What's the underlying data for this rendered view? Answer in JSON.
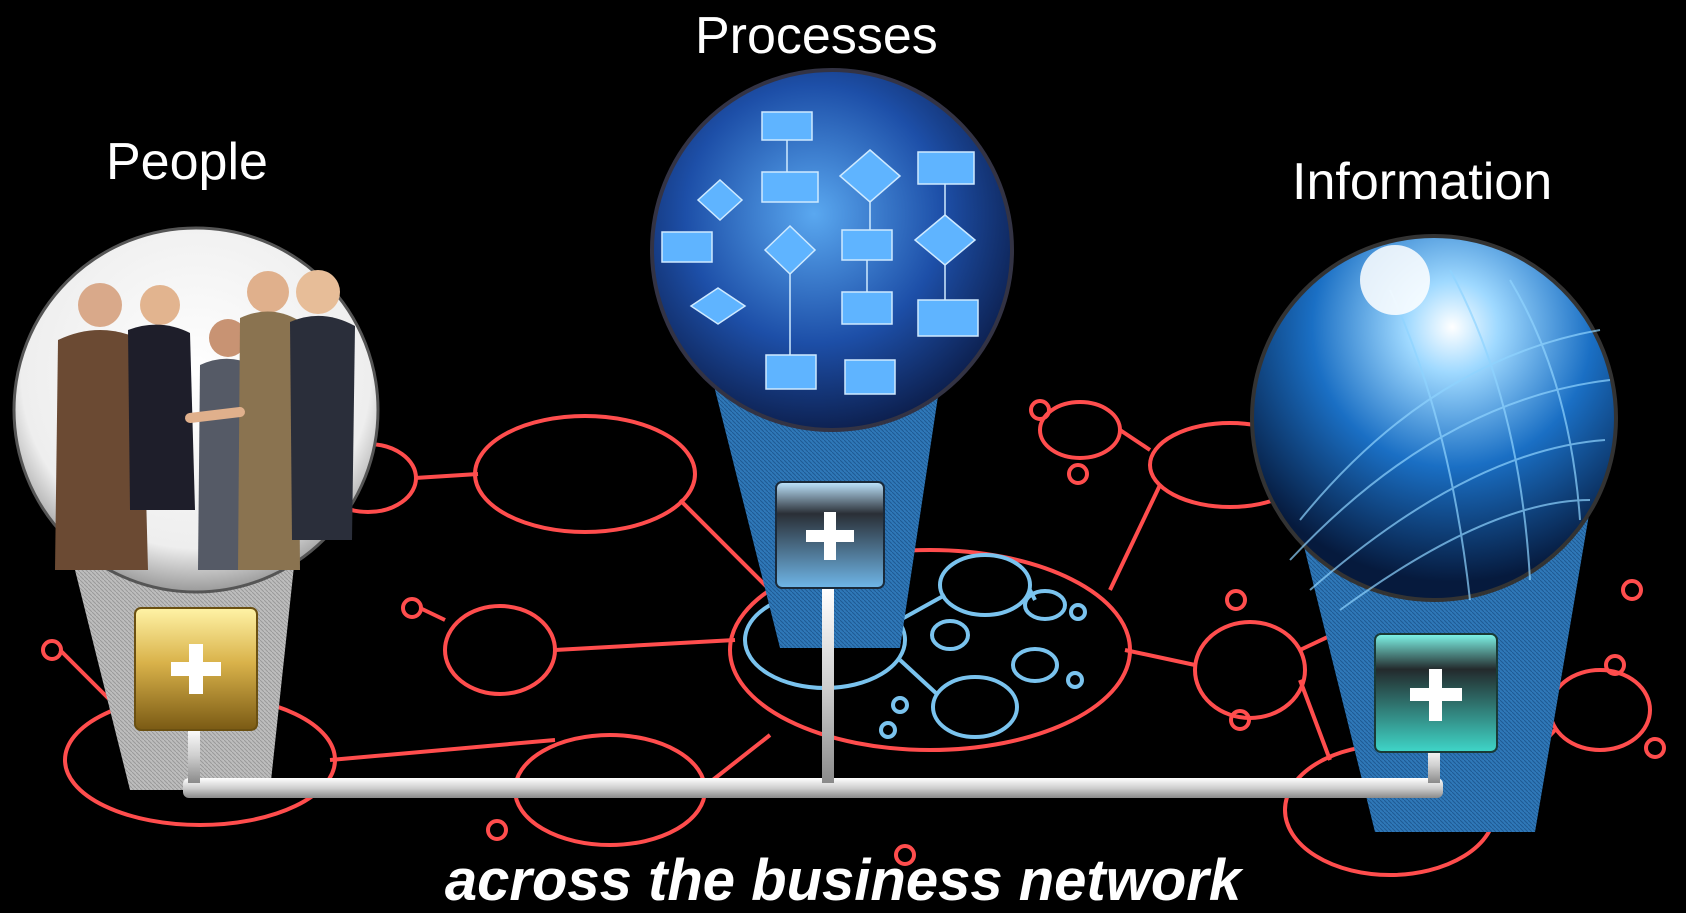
{
  "labels": {
    "people": "People",
    "processes": "Processes",
    "information": "Information"
  },
  "caption": "across the business network",
  "nodes": [
    {
      "name": "people",
      "icon": "people-handshake-photo",
      "button_icon": "plus-icon",
      "button_color": "#d9b24a"
    },
    {
      "name": "processes",
      "icon": "flowchart-image",
      "button_icon": "plus-icon",
      "button_color": "#6fb6e8"
    },
    {
      "name": "information",
      "icon": "globe-data-image",
      "button_icon": "plus-icon",
      "button_color": "#3fd6c8"
    }
  ],
  "colors": {
    "background": "#000000",
    "network_lines": "#ff4d4d",
    "center_network": "#7ac3ee",
    "connector": "#e6e6e6"
  }
}
